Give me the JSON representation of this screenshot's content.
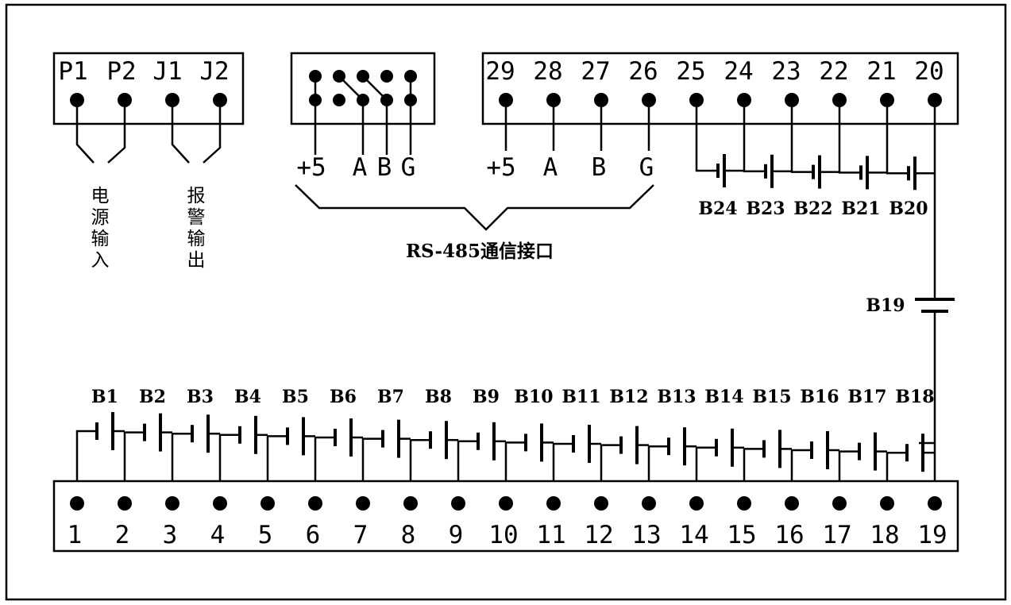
{
  "power_block": {
    "pins": [
      "P1",
      "P2",
      "J1",
      "J2"
    ],
    "power_label": [
      "电",
      "源",
      "输",
      "入"
    ],
    "alarm_label": [
      "报",
      "警",
      "输",
      "出"
    ]
  },
  "rs485_block": {
    "pins_left": [
      "+5",
      "A",
      "B",
      "G"
    ],
    "pins_right": [
      "+5",
      "A",
      "B",
      "G"
    ],
    "caption": "RS-485通信接口"
  },
  "top_terminal": {
    "terminals": [
      "29",
      "28",
      "27",
      "26",
      "25",
      "24",
      "23",
      "22",
      "21",
      "20"
    ]
  },
  "bottom_terminal": {
    "terminals": [
      "1",
      "2",
      "3",
      "4",
      "5",
      "6",
      "7",
      "8",
      "9",
      "10",
      "11",
      "12",
      "13",
      "14",
      "15",
      "16",
      "17",
      "18",
      "19"
    ]
  },
  "batteries": {
    "bottom_row": [
      "B1",
      "B2",
      "B3",
      "B4",
      "B5",
      "B6",
      "B7",
      "B8",
      "B9",
      "B10",
      "B11",
      "B12",
      "B13",
      "B14",
      "B15",
      "B16",
      "B17",
      "B18"
    ],
    "riser": "B19",
    "top_row": [
      "B24",
      "B23",
      "B22",
      "B21",
      "B20"
    ]
  }
}
